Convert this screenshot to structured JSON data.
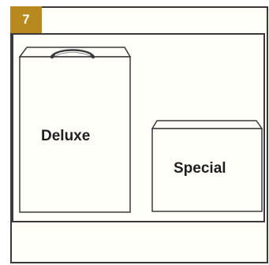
{
  "step": {
    "number": "7"
  },
  "boxes": [
    {
      "name": "deluxe",
      "label": "Deluxe",
      "has_handle": true
    },
    {
      "name": "special",
      "label": "Special",
      "has_handle": false
    }
  ],
  "colors": {
    "badge": "#b88a1e",
    "badge_text": "#ffffff",
    "outline": "#3a3a3a",
    "background": "#fffef8"
  }
}
